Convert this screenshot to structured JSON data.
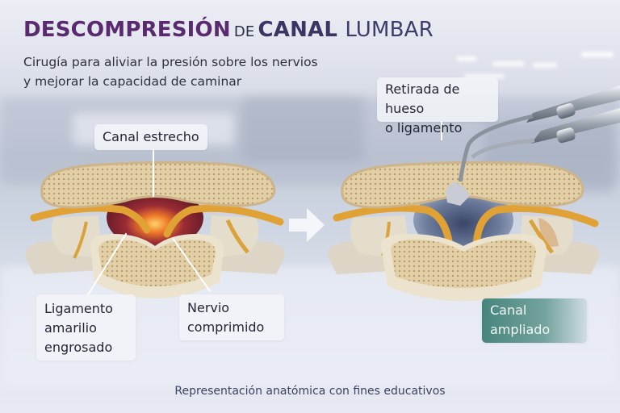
{
  "header": {
    "title_part1": "DESCOMPRESIÓN",
    "title_part2": "DE",
    "title_part3": "CANAL",
    "title_part4": "LUMBAR",
    "subtitle_line1": "Cirugía para aliviar la presión sobre los nervios",
    "subtitle_line2": "y mejorar la capacidad de caminar"
  },
  "before_panel": {
    "labels": {
      "narrow_canal": "Canal estrecho",
      "ligament_line1": "Ligamento",
      "ligament_line2": "amarilio",
      "ligament_line3": "engrosado",
      "nerve_line1": "Nervio",
      "nerve_line2": "comprimido"
    }
  },
  "after_panel": {
    "labels": {
      "removal_line1": "Retirada de hueso",
      "removal_line2": "o ligamento",
      "widened_line1": "Canal",
      "widened_line2": "ampliado"
    }
  },
  "icons": {
    "transition_arrow": "arrow-right-icon",
    "surgical_instrument": "rongeur-instrument-icon"
  },
  "colors": {
    "title_purple": "#5a2a6e",
    "title_navy": "#3a3563",
    "widened_label_teal": "#3e8076",
    "bone": "#e6d3ad",
    "nerve_yellow": "#e2a838",
    "inflamed_red": "#7a1e2a",
    "decompressed_blue": "#5d6c8e"
  },
  "footer": {
    "caption": "Representación anatómica con fines educativos"
  }
}
